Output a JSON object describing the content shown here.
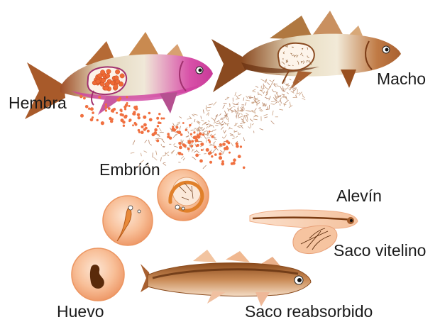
{
  "labels": {
    "hembra": "Hembra",
    "macho": "Macho",
    "embrion": "Embrión",
    "alevin": "Alevín",
    "saco_vitelino": "Saco vitelino",
    "huevo": "Huevo",
    "saco_reabsorbido": "Saco reabsorbido"
  },
  "colors": {
    "female_body": "#d44fa0",
    "male_body": "#a25a2a",
    "egg": "#f06a3a",
    "sperm": "#c9a080",
    "circle": "#f5a77a",
    "juvenile": "#9a5520"
  }
}
